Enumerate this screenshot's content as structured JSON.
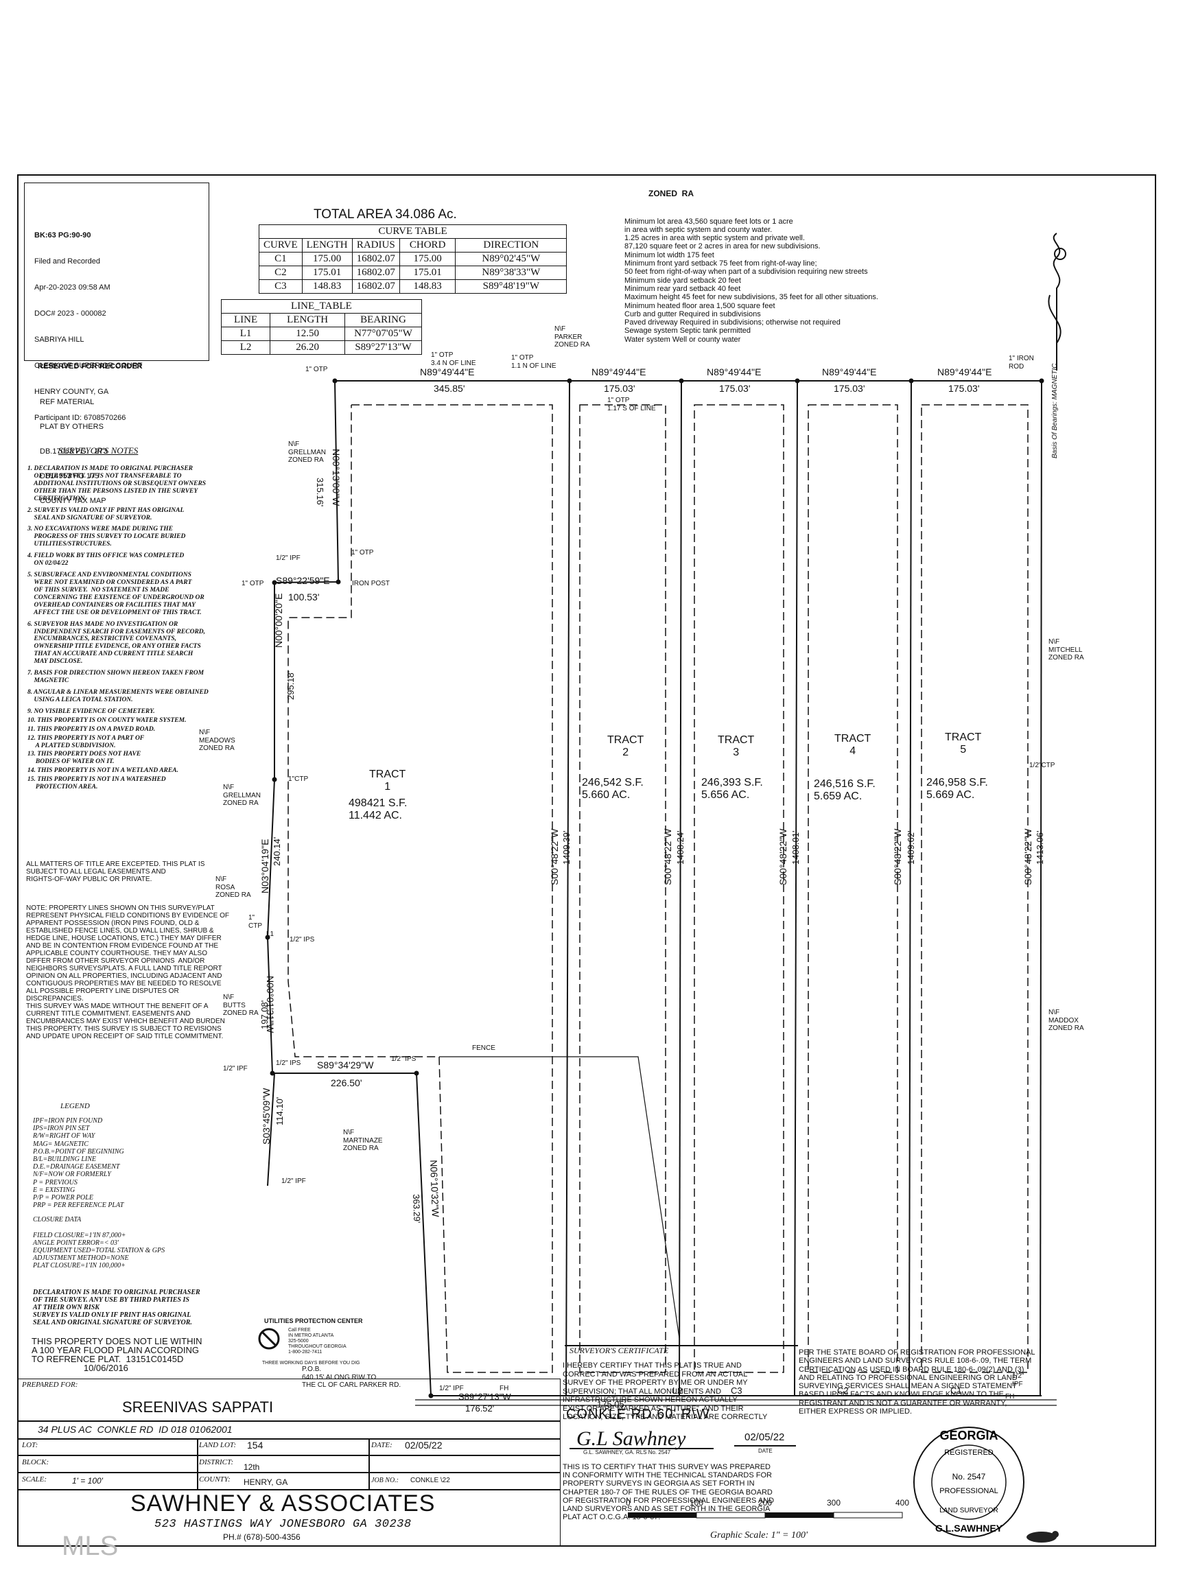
{
  "recording_box": {
    "lines": [
      "BK:63 PG:90-90",
      "Filed and Recorded",
      "Apr-20-2023 09:58 AM",
      "DOC# 2023 - 000082",
      "SABRIYA HILL",
      "CLERK OF SUPERIOR COURT",
      "HENRY COUNTY, GA",
      "Participant ID: 6708570266"
    ],
    "reserved": "RESERVED FOR RECORDER"
  },
  "ref_material": [
    "REF MATERIAL",
    "PLAT BY OTHERS",
    "DB.17063 PG    273",
    "DB14953 PG 175",
    "COUNTY TAX MAP"
  ],
  "total_area": "TOTAL AREA 34.086 Ac.",
  "curve_table": {
    "title": "CURVE TABLE",
    "headers": [
      "CURVE",
      "LENGTH",
      "RADIUS",
      "CHORD",
      "DIRECTION"
    ],
    "rows": [
      [
        "C1",
        "175.00",
        "16802.07",
        "175.00",
        "N89°02'45\"W"
      ],
      [
        "C2",
        "175.01",
        "16802.07",
        "175.01",
        "N89°38'33\"W"
      ],
      [
        "C3",
        "148.83",
        "16802.07",
        "148.83",
        "S89°48'19\"W"
      ]
    ]
  },
  "line_table": {
    "title": "LINE_TABLE",
    "headers": [
      "LINE",
      "LENGTH",
      "BEARING"
    ],
    "rows": [
      [
        "L1",
        "12.50",
        "N77°07'05\"W"
      ],
      [
        "L2",
        "26.20",
        "S89°27'13\"W"
      ]
    ]
  },
  "zoning": {
    "title": "ZONED  RA",
    "lines": [
      "Minimum lot area 43,560 square feet lots or 1 acre",
      "in area with septic system and county water.",
      "1.25 acres in area with septic system and private well.",
      "87,120 square feet or 2 acres in area for new subdivisions.",
      "Minimum lot width 175 feet",
      "Minimum front yard setback 75 feet from right-of-way line;",
      "50 feet from right-of-way when part of a subdivision requiring new streets",
      "Minimum side yard setback 20 feet",
      "Minimum rear yard setback 40 feet",
      "Maximum height 45 feet for new subdivisions, 35 feet for all other situations.",
      "Minimum heated floor area 1,500 square feet",
      "Curb and gutter Required in subdivisions",
      "Paved driveway Required in subdivisions; otherwise not required",
      "Sewage system Septic tank permitted",
      "Water system Well or county water"
    ]
  },
  "surveyor_notes": {
    "title": "SURVEYOR'S NOTES",
    "items": [
      "1. DECLARATION IS MADE TO ORIGINAL PURCHASER\n    OF THE SURVEY.  IT IS NOT TRANSFERABLE TO\n    ADDITIONAL INSTITUTIONS OR SUBSEQUENT OWNERS\n    OTHER THAN THE PERSONS LISTED IN THE SURVEY\n    CERTIFICATION.",
      "2. SURVEY IS VALID ONLY IF PRINT HAS ORIGINAL\n    SEAL AND SIGNATURE OF SURVEYOR.",
      "3. NO EXCAVATIONS WERE MADE DURING THE\n    PROGRESS OF THIS SURVEY TO LOCATE BURIED\n    UTILITIES/STRUCTURES.",
      "4. FIELD WORK BY THIS OFFICE WAS COMPLETED\n    ON 02/04/22",
      "5. SUBSURFACE AND ENVIRONMENTAL CONDITIONS\n    WERE NOT EXAMINED OR CONSIDERED AS A PART\n    OF THIS SURVEY.  NO STATEMENT IS MADE\n    CONCERNING THE EXISTENCE OF UNDERGROUND OR\n    OVERHEAD CONTAINERS OR FACILITIES THAT MAY\n    AFFECT THE USE OR DEVELOPMENT OF THIS TRACT.",
      "6. SURVEYOR HAS MADE NO INVESTIGATION OR\n    INDEPENDENT SEARCH FOR EASEMENTS OF RECORD,\n    ENCUMBRANCES, RESTRICTIVE COVENANTS,\n    OWNERSHIP TITLE EVIDENCE, OR ANY OTHER FACTS\n    THAT AN ACCURATE AND CURRENT TITLE SEARCH\n    MAY DISCLOSE.",
      "7. BASIS FOR DIRECTION SHOWN HEREON TAKEN FROM\n    MAGNETIC",
      "8. ANGULAR & LINEAR MEASUREMENTS WERE OBTAINED\n    USING A LEICA TOTAL STATION.",
      "9. NO VISIBLE EVIDENCE OF CEMETERY.",
      "10. THIS PROPERTY IS ON COUNTY WATER SYSTEM.",
      "11. THIS PROPERTY IS ON A PAVED ROAD.",
      "12. THIS PROPERTY IS NOT A PART OF\n     A PLATTED SUBDIVISION.",
      "13. THIS PROPERTY DOES NOT HAVE\n     BODIES OF WATER ON IT.",
      "14. THIS PROPERTY IS NOT IN A WETLAND AREA.",
      "15. THIS PROPERTY IS NOT IN A WATERSHED\n     PROTECTION AREA."
    ]
  },
  "title_note": "ALL MATTERS OF TITLE ARE EXCEPTED. THIS PLAT IS\nSUBJECT TO ALL LEGAL EASEMENTS AND\nRIGHTS-OF-WAY PUBLIC OR PRIVATE.",
  "property_note": "NOTE: PROPERTY LINES SHOWN ON THIS SURVEY/PLAT\nREPRESENT PHYSICAL FIELD CONDITIONS BY EVIDENCE OF\nAPPARENT POSSESSION (IRON PINS FOUND, OLD &\nESTABLISHED FENCE LINES, OLD WALL LINES, SHRUB &\nHEDGE LINE, HOUSE LOCATIONS, ETC.) THEY MAY DIFFER\nAND BE IN CONTENTION FROM EVIDENCE FOUND AT THE\nAPPLICABLE COUNTY COURTHOUSE. THEY MAY ALSO\nDIFFER FROM OTHER SURVEYOR OPINIONS  AND/OR\nNEIGHBORS SURVEYS/PLATS. A FULL LAND TITLE REPORT\nOPINION ON ALL PROPERTIES, INCLUDING ADJACENT AND\nCONTIGUOUS PROPERTIES MAY BE NEEDED TO RESOLVE\nALL POSSIBLE PROPERTY LINE DISPUTES OR\nDISCREPANCIES.\nTHIS SURVEY WAS MADE WITHOUT THE BENEFIT OF A\nCURRENT TITLE COMMITMENT. EASEMENTS AND\nENCUMBRANCES MAY EXIST WHICH BENEFIT AND BURDEN\nTHIS PROPERTY. THIS SURVEY IS SUBJECT TO REVISIONS\nAND UPDATE UPON RECEIPT OF SAID TITLE COMMITMENT.",
  "legend": {
    "title": "LEGEND",
    "lines": [
      "IPF=IRON PIN FOUND",
      "IPS=IRON PIN SET",
      "R/W=RIGHT OF WAY",
      "MAG= MAGNETIC",
      "P.O.B.=POINT OF BEGINNING",
      "B/L=BUILDING LINE",
      "D.E.=DRAINAGE EASEMENT",
      "N/F=NOW OR FORMERLY",
      "P = PREVIOUS",
      "E = EXISTING",
      "P/P = POWER POLE",
      "PRP = PER REFERENCE PLAT"
    ],
    "closure_title": "CLOSURE DATA",
    "closure_lines": [
      "FIELD CLOSURE=1'IN 87,000+",
      "ANGLE POINT ERROR=< 03'",
      "EQUIPMENT USED=TOTAL STATION & GPS",
      "ADJUSTMENT METHOD=NONE",
      "PLAT CLOSURE=1'IN 100,000+"
    ],
    "declaration": "DECLARATION IS MADE TO ORIGINAL PURCHASER\nOF THE SURVEY. ANY USE BY THIRD PARTIES IS\nAT THEIR OWN RISK\nSURVEY IS VALID ONLY IF PRINT HAS ORIGINAL\nSEAL AND ORIGINAL SIGNATURE OF SURVEYOR."
  },
  "flood_note": "THIS PROPERTY DOES NOT LIE WITHIN\nA 100 YEAR FLOOD PLAIN ACCORDING\nTO REFRENCE PLAT.  13151C0145D\n                     10/06/2016",
  "utilities": {
    "title": "UTILITIES PROTECTION CENTER",
    "lines": [
      "Call FREE",
      "IN METRO ATLANTA",
      "325-5000",
      "THROUGHOUT GEORGIA",
      "1-800-282-7411"
    ],
    "footer": "THREE WORKING DAYS BEFORE YOU DIG"
  },
  "surveyor_certificate": {
    "title": "SURVEYOR'S CERTIFICATE",
    "text": "I HEREBY CERTIFY THAT THIS PLAT IS TRUE AND\nCORRECT AND WAS PREPARED FROM AN ACTUAL\nSURVEY OF THE PROPERTY BY ME OR UNDER MY\nSUPERVISION; THAT ALL MONUMENTS AND\nINFRASTRUCTURE SHOWN HEREON ACTUALLY\nEXIST OR ARE MARKED AS \"FUTURE\", AND THEIR\nLOCATION, SIZE, TYPE AND MATERIAL ARE CORRECTLY",
    "signature": "G.L Sawhney",
    "signer": "G.L. SAWHNEY, GA. RLS No. 2547",
    "date": "02/05/22",
    "date_label": "DATE",
    "conform": "THIS IS TO CERTIFY THAT THIS SURVEY WAS PREPARED\nIN CONFORMITY WITH THE TECHNICAL STANDARDS FOR\nPROPERTY SURVEYS IN GEORGIA AS SET FORTH IN\nCHAPTER 180-7 OF THE RULES OF THE GEORGIA BOARD\nOF REGISTRATION FOR PROFESSIONAL ENGINEERS AND\nLAND SURVEYORS AND AS SET FORTH IN THE GEORGIA\nPLAT ACT O.C.G.A. 15-6-67."
  },
  "board_note": "PER THE STATE BOARD OF REGISTRATION FOR PROFESSIONAL\nENGINEERS AND LAND SURVEYORS RULE 108-6-.09, THE TERM\nCERTIFICATION AS USED IN BOARD RULE 180-6-.09(2) AND (3)\nAND RELATING TO PROFESSIONAL ENGINEERING OR LAND\nSURVEYING SERVICES SHALL MEAN A SIGNED STATEMENT\nBASED UPON FACTS AND KNOWLEDGE KNOWN TO THE\nREGISTRANT AND IS NOT A GUARANTEE OR WARRANTY,\nEITHER EXPRESS OR IMPLIED.",
  "seal": {
    "top": "GEORGIA",
    "registered": "REGISTERED",
    "number": "No. 2547",
    "professional": "PROFESSIONAL",
    "bottom": "G.L.SAWHNEY",
    "land": "LAND SURVEYOR"
  },
  "title_block": {
    "prepared_for_label": "PREPARED FOR:",
    "client": "SREENIVAS SAPPATI",
    "project": "34 PLUS AC  CONKLE RD  ID 018 01062001",
    "lot_label": "LOT:",
    "lot": "",
    "land_lot_label": "LAND LOT:",
    "land_lot": "154",
    "date_label": "DATE:",
    "date": "02/05/22",
    "block_label": "BLOCK:",
    "block": "",
    "district_label": "DISTRICT:",
    "district": "12th",
    "scale_label": "SCALE:",
    "scale": "1' = 100'",
    "county_label": "COUNTY:",
    "county": "HENRY, GA",
    "job_label": "JOB NO.:",
    "job": "CONKLE \\22",
    "firm": "SAWHNEY & ASSOCIATES",
    "address": "523 HASTINGS WAY JONESBORO GA 30238",
    "phone": "PH.# (678)-500-4356"
  },
  "graphic_scale": {
    "ticks": [
      "0",
      "100",
      "200",
      "300",
      "400"
    ],
    "label": "Graphic Scale: 1\" = 100'"
  },
  "watermark": "MLS",
  "basis_bearings": "Basis Of Bearings: MAGNETIC",
  "plat": {
    "road": "CONKLE RD 60' R\\W",
    "tracts": [
      {
        "name": "TRACT\n1",
        "area": "498421 S.F.\n11.442 AC."
      },
      {
        "name": "TRACT\n2",
        "area": "246,542 S.F.\n5.660 AC."
      },
      {
        "name": "TRACT\n3",
        "area": "246,393 S.F.\n5.656 AC."
      },
      {
        "name": "TRACT\n4",
        "area": "246,516 S.F.\n5.659 AC."
      },
      {
        "name": "TRACT\n5",
        "area": "246,958 S.F.\n5.669 AC."
      }
    ],
    "top_bearings": [
      "N89°49'44\"E",
      "N89°49'44\"E",
      "N89°49'44\"E",
      "N89°49'44\"E",
      "N89°49'44\"E"
    ],
    "top_lengths": [
      "345.85'",
      "175.03'",
      "175.03'",
      "175.03'",
      "175.03'"
    ],
    "side_bearings": [
      "S00°48'22\"W",
      "S00°48'22\"W",
      "S00°48'22\"W",
      "S00°48'22\"W",
      "S00°48'22\"W"
    ],
    "side_lengths": [
      "1409.39'",
      "1408.24'",
      "1408.01'",
      "1409.62'",
      "1413.06'"
    ],
    "labels": {
      "otp1": "1\" OTP",
      "otp_north": "1\" OTP\n3.4 N OF LINE",
      "otp_mid": "1\" OTP\n1.1 N OF LINE",
      "parker": "N\\F\nPARKER\nZONED RA",
      "otp_south": "1\" OTP\n1.17 S OF LINE",
      "iron_rod": "1\" IRON\nROD",
      "grellman": "N\\F\nGRELLMAN\nZONED RA",
      "n0013": "N00°13'00\"W",
      "l315": "315.16'",
      "ipf_half": "1/2\" IPF",
      "otp_small": "1\" OTP",
      "otp_w": "1\" OTP",
      "s8922": "S89°22'59\"E",
      "l10053": "100.53'",
      "iron_post": "IRON POST",
      "n0000": "N00°00'20\"E",
      "l29518": "295.18'",
      "mitchell": "N\\F\nMITCHELL\nZONED RA",
      "meadows": "N\\F\nMEADOWS\nZONED RA",
      "ctp": "1\"CTP",
      "ctp_right": "1/2\"CTP",
      "grellman2": "N\\F\nGRELLMAN\nZONED RA",
      "n0304": "N03°04'19\"E",
      "l24014": "240.14'",
      "rosa": "N\\F\nROSA\nZONED RA",
      "ctp1": "1\"\nCTP",
      "ips_half": "1/2\" IPS",
      "l1": "L1",
      "n0001": "N00°01'31\"W",
      "l19708": "197.08'",
      "butts": "N\\F\nBUTTS\nZONED RA",
      "maddox": "N\\F\nMADDOX\nZONED RA",
      "fence": "FENCE",
      "ips_a": "1/2\" IPS",
      "s8934": "S89°34'29\"W",
      "ips_b": "1/2\" IPS",
      "ipf_a": "1/2\" IPF",
      "l22650": "226.50'",
      "s0345": "S03°45'09\"W",
      "l11410": "114.10'",
      "martinaze": "N\\F\nMARTINAZE\nZONED RA",
      "ipf_b": "1/2\" IPF",
      "n0610": "N06°10'32\"W",
      "l36329": "363.29'",
      "pob": "P.O.B.\n640.15' ALONG R\\W TO\nTHE CL OF CARL PARKER RD.",
      "ipf_c": "1/2\" IPF",
      "fh": "FH",
      "s8927": "S89°27'13\"W",
      "l17605": "175.05'",
      "l17652": "176.52'",
      "l2": "L2",
      "c3": "C3",
      "c2": "C2",
      "c1": "C1",
      "ipf_d": "1/2\"\nIPF",
      "fh2": "FH"
    }
  }
}
